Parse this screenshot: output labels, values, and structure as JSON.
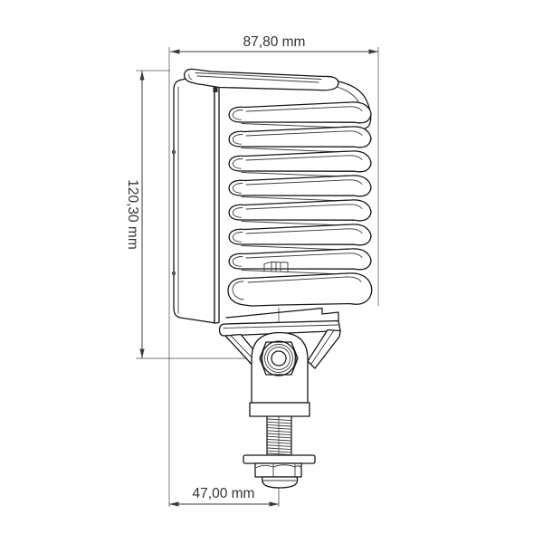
{
  "drawing": {
    "type": "technical-drawing",
    "view": "side-profile",
    "subject": "LED work lamp with heat-sink fins and mounting bracket",
    "units": "mm",
    "dimensions": {
      "width": {
        "label": "87,80 mm",
        "value": 87.8,
        "orientation": "horizontal-top"
      },
      "height": {
        "label": "120,30 mm",
        "value": 120.3,
        "orientation": "vertical-left"
      },
      "mount": {
        "label": "47,00 mm",
        "value": 47.0,
        "orientation": "horizontal-bottom"
      }
    },
    "colors": {
      "background": "#ffffff",
      "line": "#161616",
      "dimension_line": "#3c3c3c",
      "text": "#333333"
    }
  }
}
